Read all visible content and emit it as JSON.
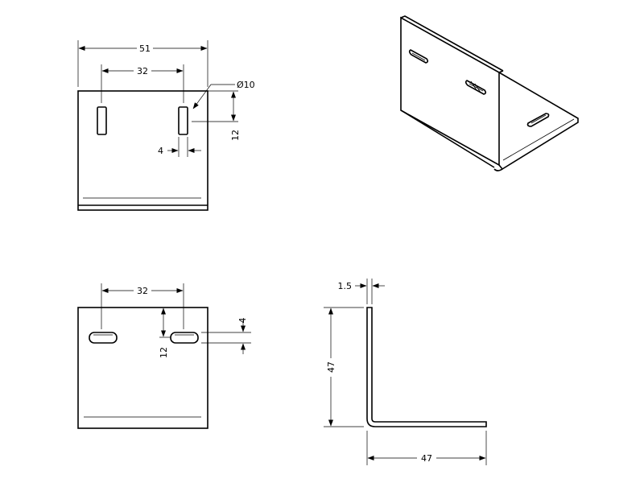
{
  "drawing": {
    "top_view": {
      "overall_width": "51",
      "slot_spacing": "32",
      "slot_width": "4",
      "slot_length": "12",
      "diameter": "Ø10"
    },
    "front_view": {
      "slot_spacing": "32",
      "slot_height": "4",
      "slot_length": "12"
    },
    "side_view": {
      "thickness": "1.5",
      "height": "47",
      "length": "47"
    }
  }
}
